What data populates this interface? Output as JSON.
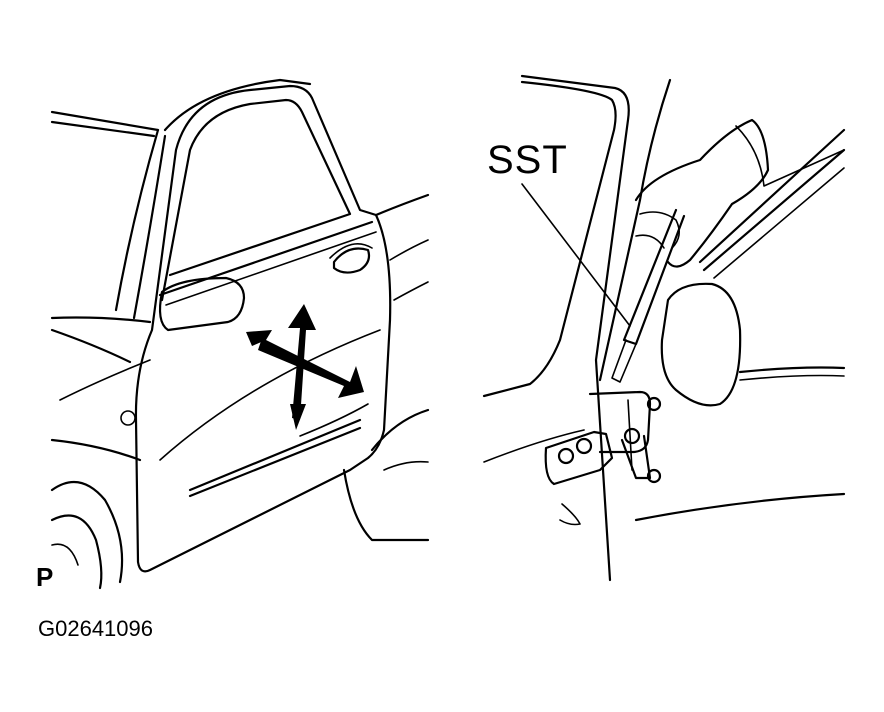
{
  "labels": {
    "sst": "SST",
    "view_mark": "P",
    "figure_code": "G02641096"
  },
  "colors": {
    "ink": "#000000",
    "paper": "#ffffff"
  }
}
